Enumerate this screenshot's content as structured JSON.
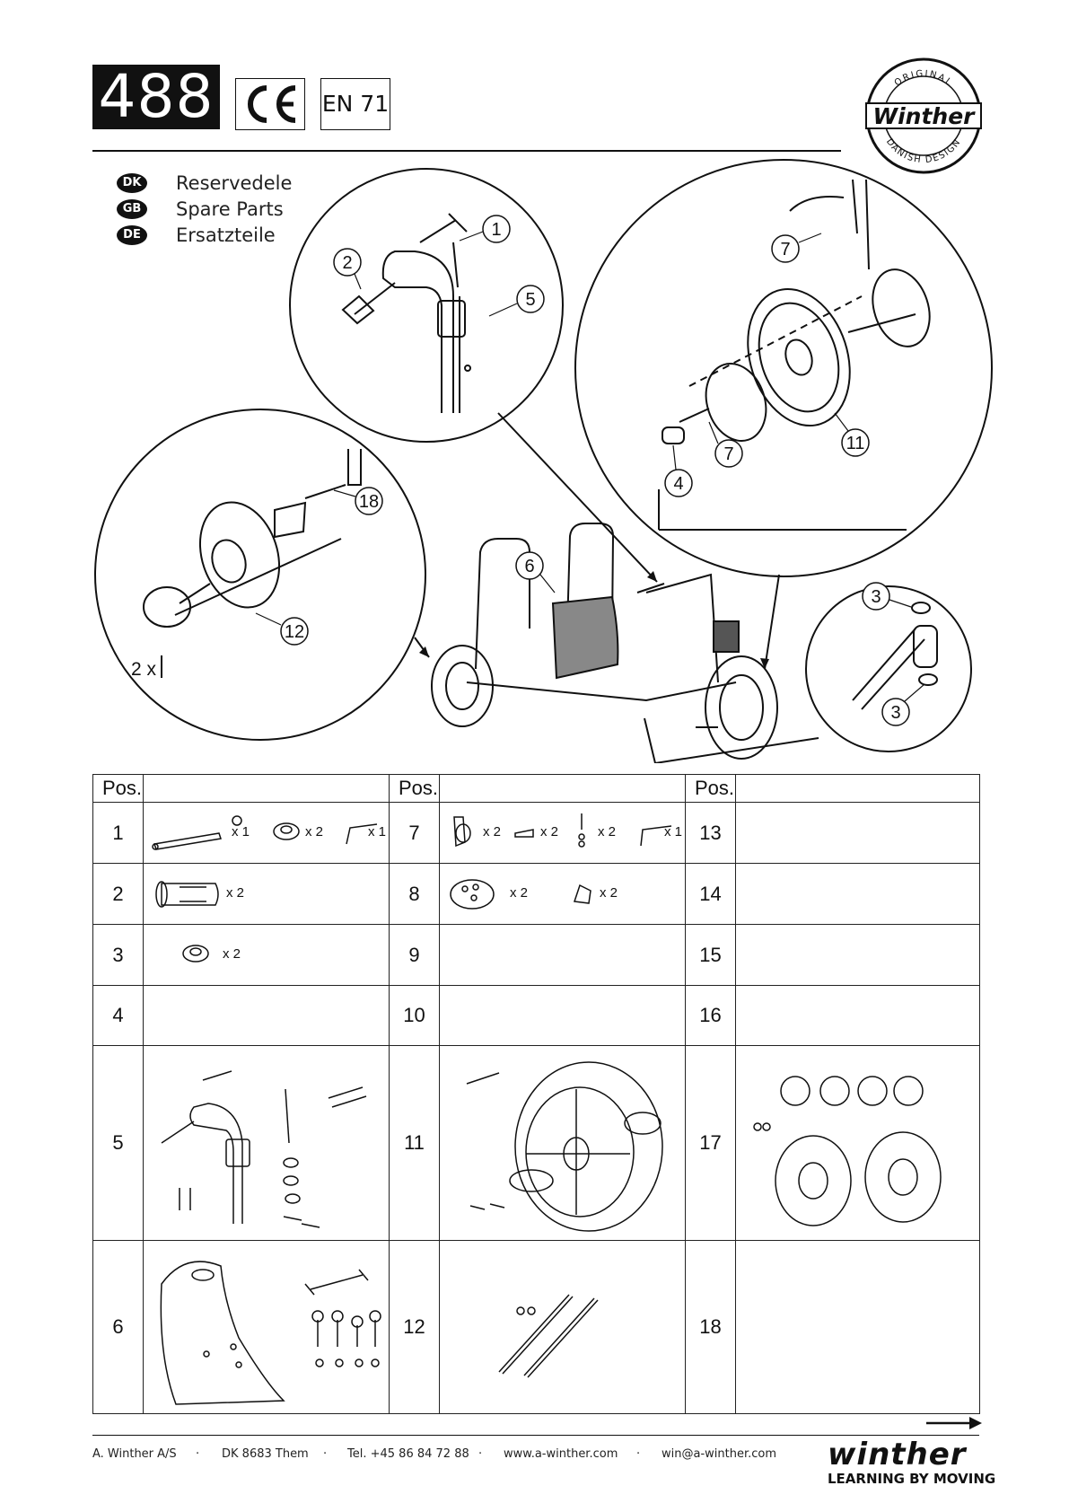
{
  "header": {
    "model_number": "488",
    "ce_mark": "CE",
    "standard": "EN 71",
    "brand_seal": {
      "top": "ORIGINAL",
      "center": "Winther",
      "bottom": "DANISH DESIGN"
    }
  },
  "languages": [
    {
      "code": "DK",
      "label": "Reservedele"
    },
    {
      "code": "GB",
      "label": "Spare Parts"
    },
    {
      "code": "DE",
      "label": "Ersatzteile"
    }
  ],
  "diagram": {
    "callouts": [
      "1",
      "2",
      "5",
      "7",
      "7",
      "11",
      "4",
      "18",
      "12",
      "6",
      "3",
      "3"
    ],
    "multiplier": "2 x"
  },
  "table": {
    "pos_header": "Pos.",
    "rows": [
      {
        "a": "1",
        "a_qty": [
          "x 1",
          "x 2",
          "x 1"
        ],
        "b": "7",
        "b_qty": [
          "x 2",
          "x 2",
          "x 2",
          "x 1"
        ],
        "c": "13"
      },
      {
        "a": "2",
        "a_qty": [
          "x 2"
        ],
        "b": "8",
        "b_qty": [
          "x 2",
          "x 2"
        ],
        "c": "14"
      },
      {
        "a": "3",
        "a_qty": [
          "x 2"
        ],
        "b": "9",
        "b_qty": [],
        "c": "15"
      },
      {
        "a": "4",
        "a_qty": [],
        "b": "10",
        "b_qty": [],
        "c": "16"
      },
      {
        "a": "5",
        "a_qty": [],
        "b": "11",
        "b_qty": [],
        "c": "17"
      },
      {
        "a": "6",
        "a_qty": [],
        "b": "12",
        "b_qty": [],
        "c": "18"
      }
    ]
  },
  "footer": {
    "company": "A. Winther A/S",
    "address": "DK 8683 Them",
    "phone": "Tel. +45 86 84 72 88",
    "web": "www.a-winther.com",
    "email": "win@a-winther.com",
    "separator": "·",
    "logo": "winther",
    "tagline": "LEARNING BY MOVING"
  }
}
